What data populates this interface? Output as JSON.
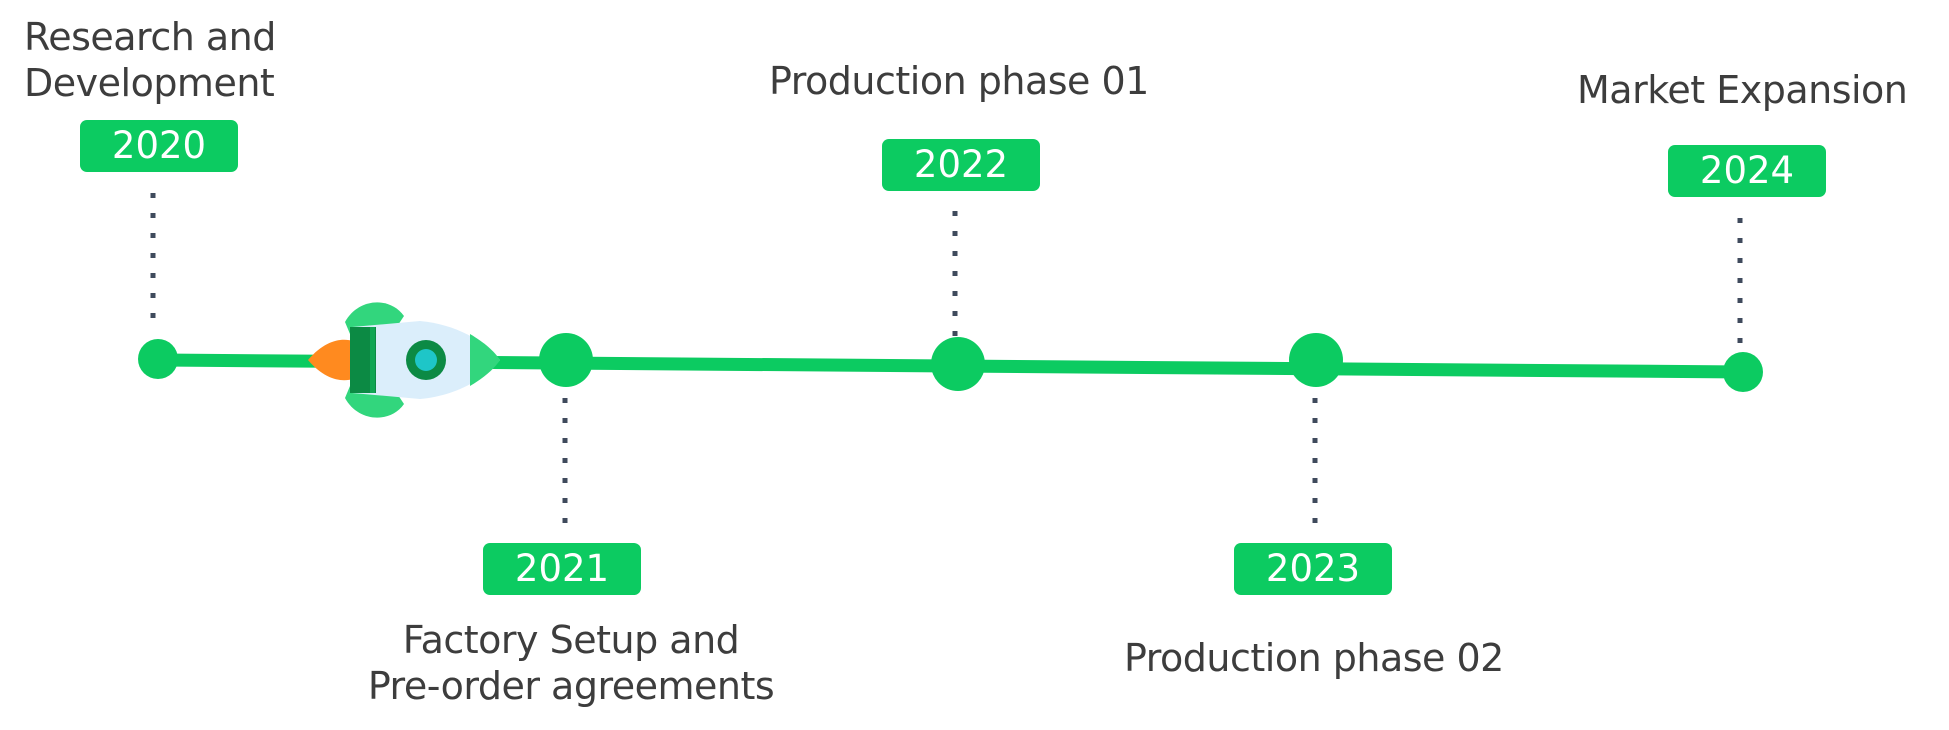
{
  "timeline": {
    "milestones": [
      {
        "year": "2020",
        "caption_line1": "Research and",
        "caption_line2": "Development"
      },
      {
        "year": "2021",
        "caption_line1": "Factory Setup and",
        "caption_line2": "Pre-order agreements"
      },
      {
        "year": "2022",
        "caption_line1": "Production phase 01",
        "caption_line2": ""
      },
      {
        "year": "2023",
        "caption_line1": "Production phase 02",
        "caption_line2": ""
      },
      {
        "year": "2024",
        "caption_line1": "Market Expansion",
        "caption_line2": ""
      }
    ]
  },
  "colors": {
    "accent": "#0ccb61",
    "badge_text": "#ffffff",
    "caption_text": "#3d3d3d",
    "connector": "#3f4a5c",
    "rocket_body": "#dbeefb",
    "rocket_fin": "#32d67d",
    "rocket_band": "#0c8a44",
    "rocket_flame": "#ff8a1f",
    "rocket_window": "#1ec6c8"
  },
  "icons": {
    "rocket": "rocket-icon"
  }
}
